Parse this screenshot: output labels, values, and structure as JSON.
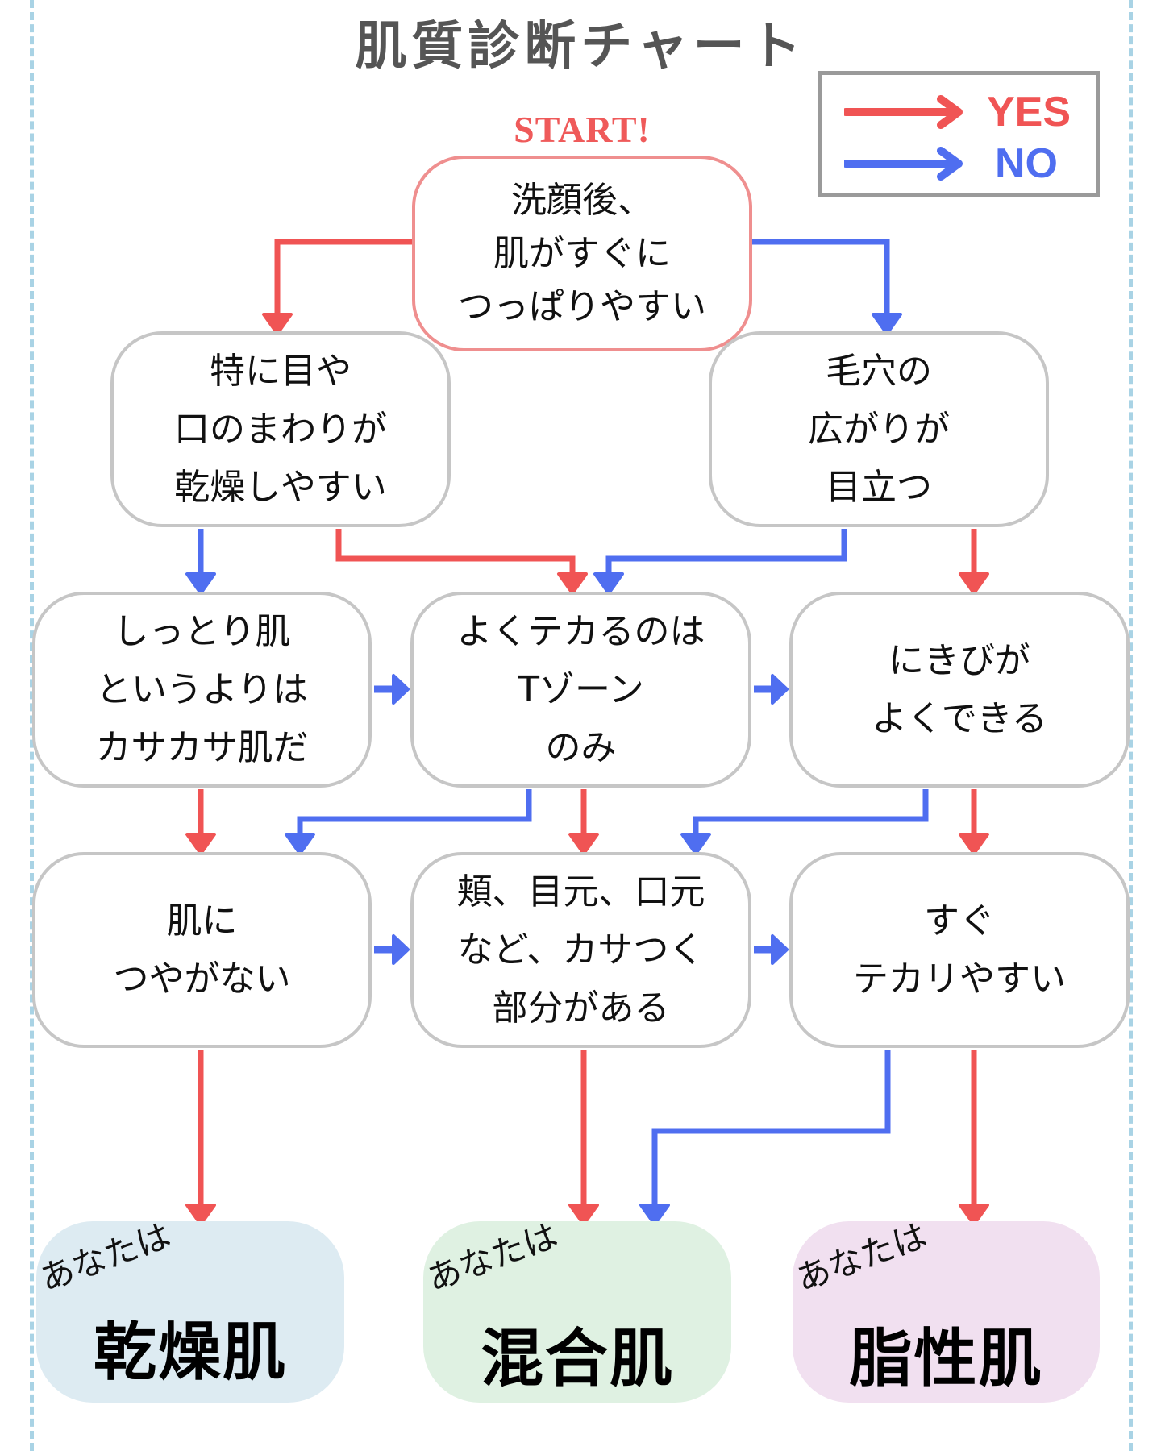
{
  "title": "肌質診断チャート",
  "legend": {
    "yes": {
      "label": "YES",
      "color": "#f05454"
    },
    "no": {
      "label": "NO",
      "color": "#4f6ef0"
    }
  },
  "start_label": "START!",
  "nodes": {
    "q1": {
      "text": "洗顔後、\n肌がすぐに\nつっぱりやすい",
      "yes": "q2",
      "no": "q3"
    },
    "q2": {
      "text": "特に目や\n口のまわりが\n乾燥しやすい",
      "yes": "q5",
      "no": "q4"
    },
    "q3": {
      "text": "毛穴の\n広がりが\n目立つ",
      "yes": "q6",
      "no": "q5"
    },
    "q4": {
      "text": "しっとり肌\nというよりは\nカサカサ肌だ",
      "yes": "q7",
      "no": "q5"
    },
    "q5": {
      "text": "よくテカるのは\nTゾーン\nのみ",
      "yes": "q8",
      "no": "q7"
    },
    "q6": {
      "text": "にきびが\nよくできる",
      "yes": "q9",
      "no": "q8"
    },
    "q7": {
      "text": "肌に\nつやがない",
      "yes": "r1",
      "no": "q8"
    },
    "q8": {
      "text": "頬、目元、口元\nなど、カサつく\n部分がある",
      "yes": "r2",
      "no": "q9"
    },
    "q9": {
      "text": "すぐ\nテカリやすい",
      "yes": "r3",
      "no": "r2"
    }
  },
  "results": {
    "r1": {
      "prefix": "あなたは",
      "type": "乾燥肌",
      "color": "#ddebf2"
    },
    "r2": {
      "prefix": "あなたは",
      "type": "混合肌",
      "color": "#dff1e2"
    },
    "r3": {
      "prefix": "あなたは",
      "type": "脂性肌",
      "color": "#f1e0f0"
    }
  }
}
